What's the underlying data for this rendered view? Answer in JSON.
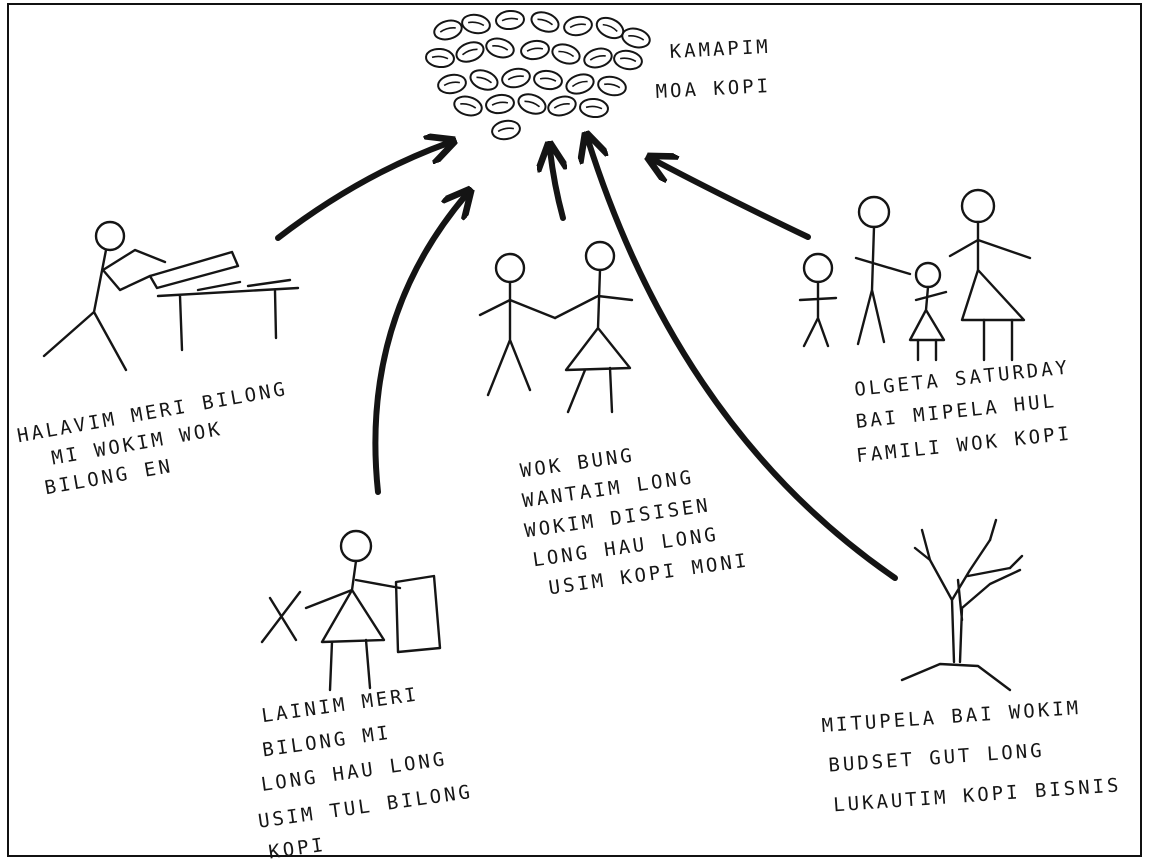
{
  "goal": {
    "title_line1": "KAMAPIM",
    "title_line2": "MOA KOPI"
  },
  "notes": {
    "left_top": [
      "HALAVIM MERI BILONG",
      "MI WOKIM WOK",
      "BILONG EN"
    ],
    "center": [
      "WOK BUNG",
      "WANTAIM LONG",
      "WOKIM DISISEN",
      "LONG HAU LONG",
      "USIM KOPI MONI"
    ],
    "right_top": [
      "OLGETA SATURDAY",
      "BAI MIPELA HUL",
      "FAMILI WOK KOPI"
    ],
    "left_bottom": [
      "LAINIM MERI",
      "BILONG MI",
      "LONG HAU LONG",
      "USIM TUL BILONG",
      "KOPI"
    ],
    "right_bottom": [
      "MITUPELA BAI WOKIM",
      "BUDSET GUT LONG",
      "LUKAUTIM KOPI BISNIS"
    ]
  },
  "ink_color": "#151515",
  "paper_color": "#ffffff"
}
